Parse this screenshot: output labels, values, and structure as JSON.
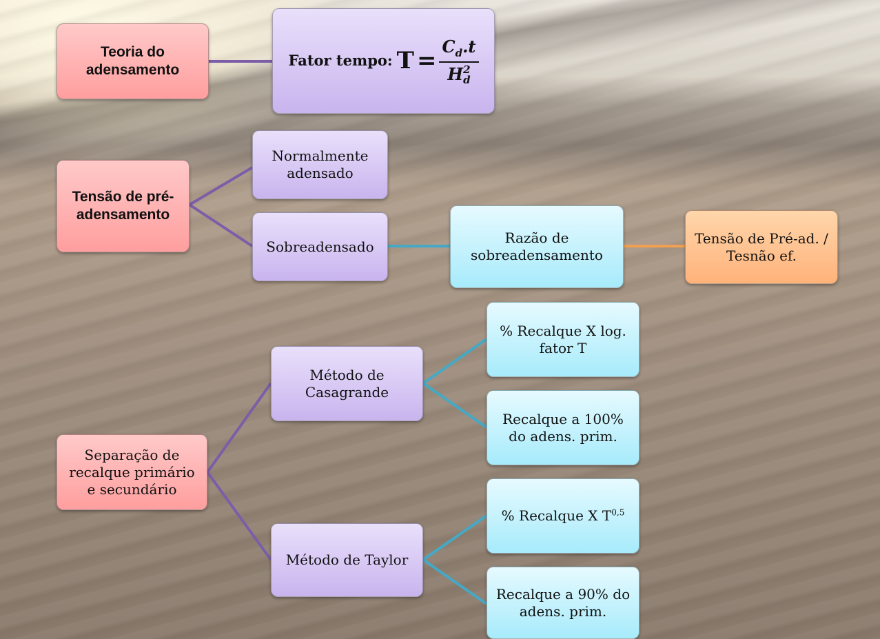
{
  "colors": {
    "pink": "#ffb0b0",
    "purple": "#d6c8f5",
    "cyan": "#c6f3fd",
    "orange": "#ffc48c",
    "line_purple": "#7b5ea7",
    "line_cyan": "#45a9c5",
    "line_orange": "#f0a050"
  },
  "nodes": {
    "teoria": "Teoria do adensamento",
    "fator": {
      "label": "Fator tempo:",
      "T": "T",
      "eq": "=",
      "num_base": "C",
      "num_sub": "d",
      "num_tail": ".t",
      "den_base": "H",
      "den_sub": "d",
      "den_sup": "2"
    },
    "tensao_pre": "Tensão de pré-adensamento",
    "normal": "Normalmente adensado",
    "sobre": "Sobreadensado",
    "razao": "Razão de sobreadensamento",
    "tensao_ratio": "Tensão de Pré-ad. / Tesnão ef.",
    "separacao": "Separação de recalque primário e secundário",
    "casagrande": "Método de Casagrande",
    "cas_1": "% Recalque X log. fator T",
    "cas_2": "Recalque a 100% do adens. prim.",
    "taylor": "Método de Taylor",
    "tay_1": {
      "text": "% Recalque X T",
      "exp": "0,5"
    },
    "tay_2": "Recalque a 90% do adens. prim."
  }
}
